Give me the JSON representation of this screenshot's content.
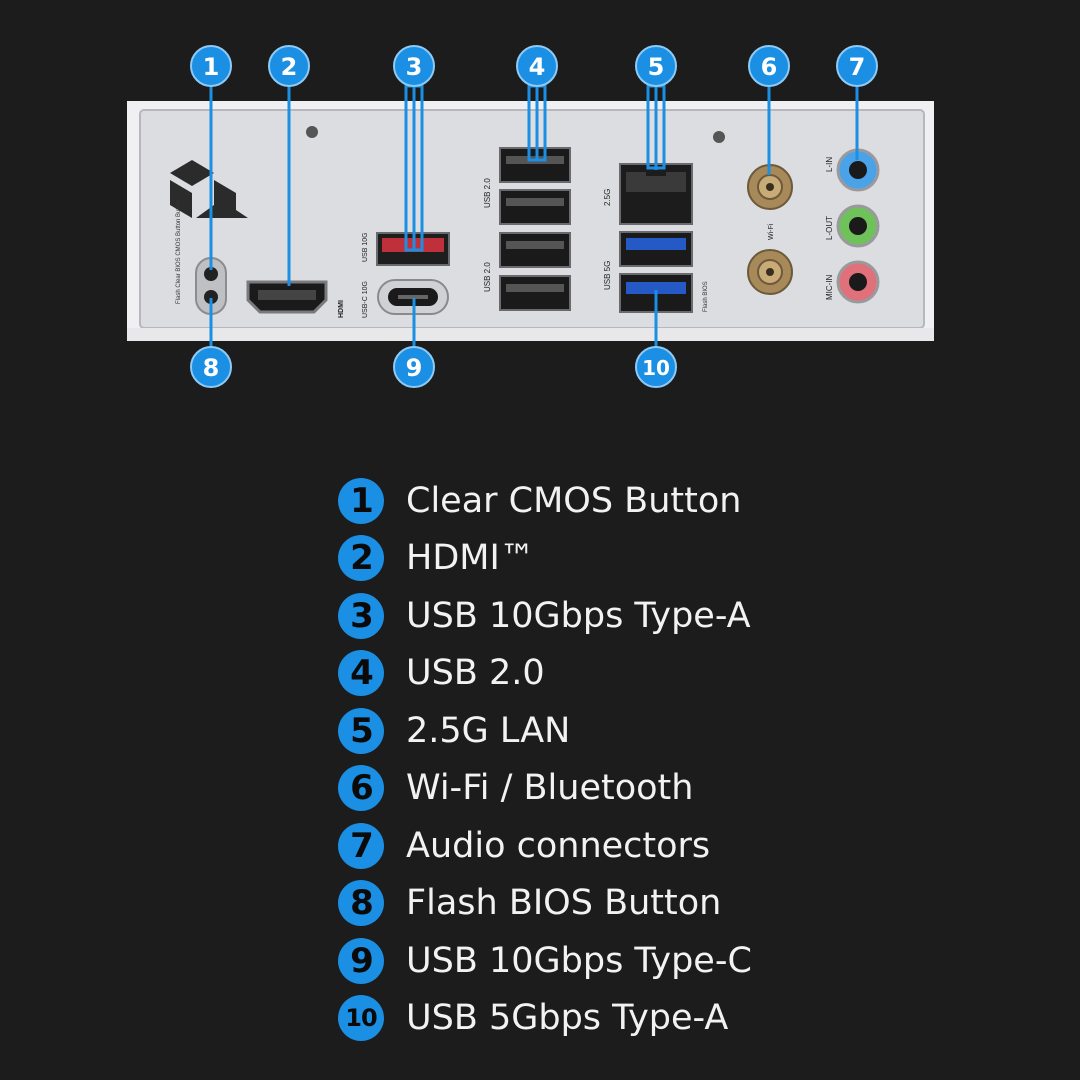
{
  "panel": {
    "labels": {
      "flash_cmos": "Flash Clear BIOS CMOS Button Button",
      "usb_10g": "USB 10G",
      "usb_c_10g": "USB-C 10G",
      "hdmi": "HDMI",
      "usb_2_top": "USB 2.0",
      "usb_2_bottom": "USB 2.0",
      "lan_2_5g": "2.5G",
      "usb_5g": "USB 5G",
      "flash_bios": "Flash BIOS",
      "wifi": "Wi-Fi",
      "l_in": "L-IN",
      "l_out": "L-OUT",
      "mic_in": "MIC-IN"
    }
  },
  "callouts": [
    "1",
    "2",
    "3",
    "4",
    "5",
    "6",
    "7",
    "8",
    "9",
    "10"
  ],
  "legend": [
    {
      "num": "1",
      "label": "Clear CMOS Button"
    },
    {
      "num": "2",
      "label": "HDMI™"
    },
    {
      "num": "3",
      "label": "USB 10Gbps Type-A"
    },
    {
      "num": "4",
      "label": "USB 2.0"
    },
    {
      "num": "5",
      "label": "2.5G LAN"
    },
    {
      "num": "6",
      "label": "Wi-Fi / Bluetooth"
    },
    {
      "num": "7",
      "label": "Audio connectors"
    },
    {
      "num": "8",
      "label": "Flash BIOS Button"
    },
    {
      "num": "9",
      "label": "USB 10Gbps Type-C"
    },
    {
      "num": "10",
      "label": "USB 5Gbps Type-A"
    }
  ],
  "colors": {
    "background": "#1c1c1c",
    "panel": "#dcdde0",
    "callout": "#1a8fe3",
    "usb3_blue": "#2459c6",
    "usb_red": "#c0303a",
    "audio_blue": "#4aa3e8",
    "audio_green": "#6fc15a",
    "audio_pink": "#e0707a"
  }
}
